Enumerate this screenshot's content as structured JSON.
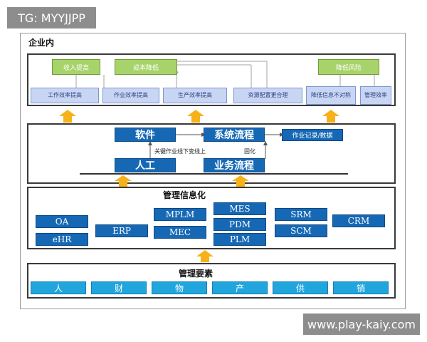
{
  "watermark_top": "TG: MYYJJPP",
  "watermark_bottom": "www.play-kaiy.com",
  "enterprise": {
    "title": "企业内",
    "goals": [
      "收入提高",
      "成本降低",
      "降低风险"
    ],
    "effects": [
      "工作效率提高",
      "作业效率提高",
      "生产效率提高",
      "资源配置更合理",
      "降低信息不对称",
      "管理效率"
    ]
  },
  "process": {
    "software": "软件",
    "system_flow": "系统流程",
    "record": "作业记录/数据",
    "manual": "人工",
    "business_flow": "业务流程",
    "note_left": "关键作业线下变线上",
    "note_right": "固化"
  },
  "informatization": {
    "title": "管理信息化",
    "systems": [
      "OA",
      "eHR",
      "ERP",
      "MPLM",
      "MEC",
      "MES",
      "PDM",
      "PLM",
      "SRM",
      "SCM",
      "CRM"
    ]
  },
  "elements": {
    "title": "管理要素",
    "items": [
      "人",
      "财",
      "物",
      "产",
      "供",
      "销"
    ]
  },
  "colors": {
    "green": "#a7d36a",
    "lavender": "#c9d6f3",
    "blue": "#1668b4",
    "cyan": "#21a5dd",
    "arrow": "#f7b21a"
  }
}
